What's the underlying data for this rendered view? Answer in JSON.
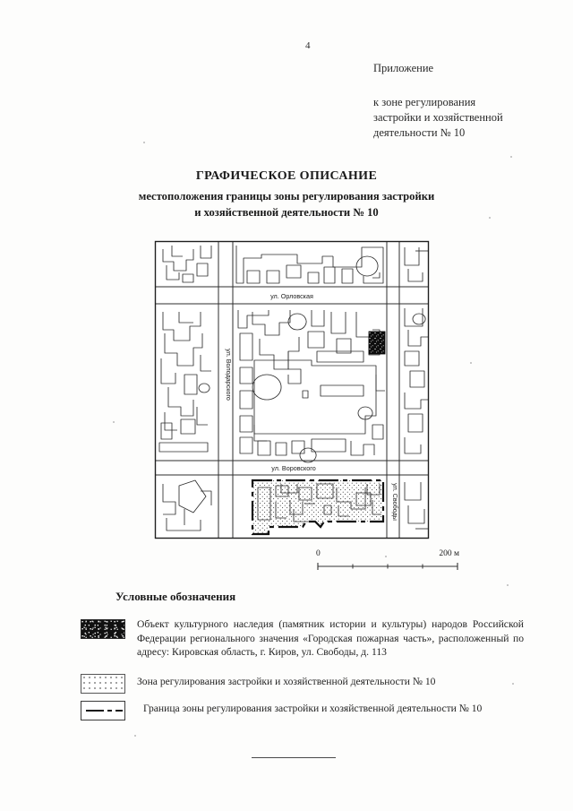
{
  "page": {
    "number": "4",
    "appendix": {
      "title": "Приложение",
      "line1": "к зоне регулирования",
      "line2": "застройки и хозяйственной",
      "line3": "деятельности № 10"
    },
    "doc_title": {
      "main": "ГРАФИЧЕСКОЕ ОПИСАНИЕ",
      "sub_line1": "местоположения границы зоны регулирования застройки",
      "sub_line2": "и хозяйственной деятельности № 10"
    }
  },
  "map": {
    "street_labels": [
      {
        "name": "ул. Орловская",
        "orientation": "horizontal"
      },
      {
        "name": "ул. Володарского",
        "orientation": "vertical"
      },
      {
        "name": "ул. Воровского",
        "orientation": "horizontal"
      },
      {
        "name": "ул. Свободы",
        "orientation": "vertical"
      }
    ],
    "scale": {
      "left_label": "0",
      "right_label": "200 м"
    },
    "colors": {
      "line": "#2a2a2a",
      "heritage_fill": "#111111",
      "zone_stipple": "#333333",
      "frame": "#1f1f1f"
    }
  },
  "legend": {
    "heading": "Условные обозначения",
    "items": [
      {
        "swatch": "heritage-black-stipple",
        "text": "Объект культурного наследия (памятник истории и культуры) народов Российской Федерации регионального значения «Городская пожарная часть», расположенный по адресу: Кировская область, г. Киров, ул. Свободы, д. 113"
      },
      {
        "swatch": "zone-dotted",
        "text": "Зона регулирования застройки и хозяйственной деятельности № 10"
      },
      {
        "swatch": "boundary-dashdot",
        "text": "Граница зоны регулирования застройки и хозяйственной деятельности № 10"
      }
    ]
  }
}
